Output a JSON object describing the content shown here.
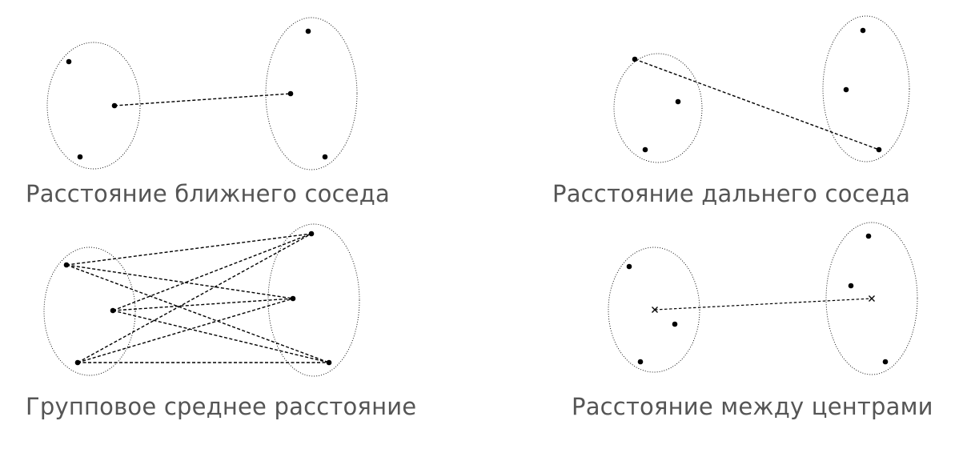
{
  "colors": {
    "ink": "#000000",
    "caption_text": "#555555",
    "background": "#ffffff"
  },
  "panels": [
    {
      "id": "single-linkage",
      "caption": "Расстояние ближнего соседа"
    },
    {
      "id": "complete-linkage",
      "caption": "Расстояние дальнего соседа"
    },
    {
      "id": "average-linkage",
      "caption": "Групповое среднее расстояние"
    },
    {
      "id": "centroid-linkage",
      "caption": "Расстояние между центрами"
    }
  ]
}
